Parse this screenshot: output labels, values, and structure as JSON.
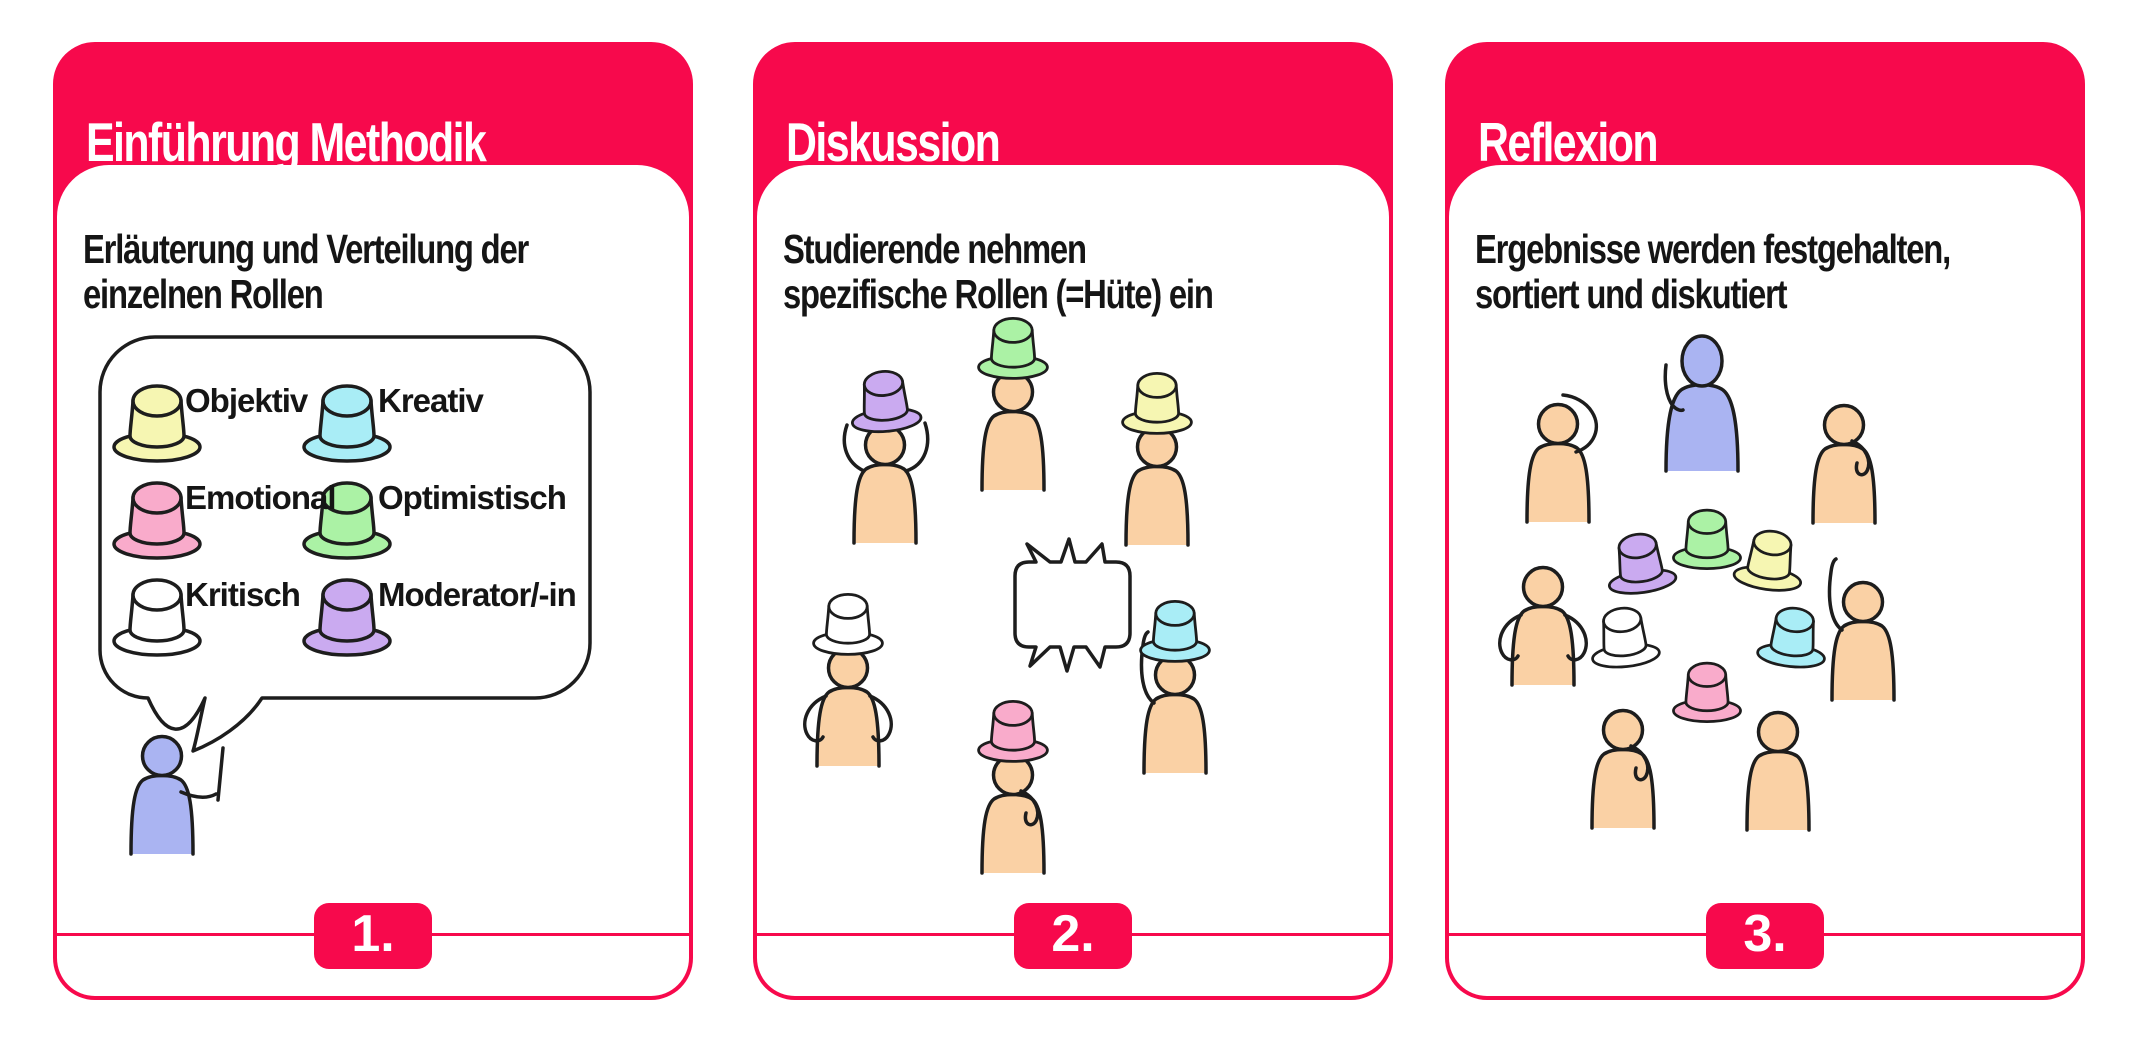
{
  "palette": {
    "accent": "#F7094C",
    "outline": "#1D1D1D",
    "card_background": "#FFFFFF",
    "skin": "#FAD1A5",
    "presenter_blue": "#AAB4F2",
    "hat_yellow": "#F6F6B2",
    "hat_cyan": "#A9EDF6",
    "hat_pink": "#F9ABCB",
    "hat_green": "#ABF2A5",
    "hat_white": "#FFFFFF",
    "hat_purple": "#CAAAF0"
  },
  "cards": [
    {
      "title": "Einführung Methodik",
      "step": "1.",
      "description_lines": [
        "Erläuterung und Verteilung der",
        "einzelnen Rollen"
      ],
      "roles": [
        {
          "label": "Objektiv",
          "hat": "yellow"
        },
        {
          "label": "Kreativ",
          "hat": "cyan"
        },
        {
          "label": "Emotional",
          "hat": "pink"
        },
        {
          "label": "Optimistisch",
          "hat": "green"
        },
        {
          "label": "Kritisch",
          "hat": "white"
        },
        {
          "label": "Moderator/-in",
          "hat": "purple"
        }
      ],
      "illustration": "presenter with pointer and speech bubble listing the six hats"
    },
    {
      "title": "Diskussion",
      "step": "2.",
      "description_lines": [
        "Studierende nehmen",
        "spezifische Rollen (=Hüte) ein"
      ],
      "figures": [
        {
          "hat": "purple",
          "pose": "adjusting-hat"
        },
        {
          "hat": "green",
          "pose": "standing"
        },
        {
          "hat": "yellow",
          "pose": "standing"
        },
        {
          "hat": "white",
          "pose": "arms-on-hips"
        },
        {
          "hat": "pink",
          "pose": "hand-on-chin"
        },
        {
          "hat": "cyan",
          "pose": "hand-raised"
        }
      ],
      "illustration": "six students wearing hats around a shout bubble"
    },
    {
      "title": "Reflexion",
      "step": "3.",
      "description_lines": [
        "Ergebnisse werden festgehalten,",
        "sortiert und diskutiert"
      ],
      "figures": [
        {
          "figure": "moderator",
          "pose": "holding-pen"
        },
        {
          "figure": "student",
          "pose": "scratching-head"
        },
        {
          "figure": "student",
          "pose": "hand-on-chin"
        },
        {
          "figure": "student",
          "pose": "arms-on-hips"
        },
        {
          "figure": "student",
          "pose": "hand-raised"
        },
        {
          "figure": "student",
          "pose": "hand-on-chin"
        },
        {
          "figure": "student",
          "pose": "standing"
        }
      ],
      "hats_on_table": [
        "purple",
        "green",
        "yellow",
        "white",
        "cyan",
        "pink"
      ],
      "illustration": "students without hats discussing, six hats laid out in the middle"
    }
  ]
}
